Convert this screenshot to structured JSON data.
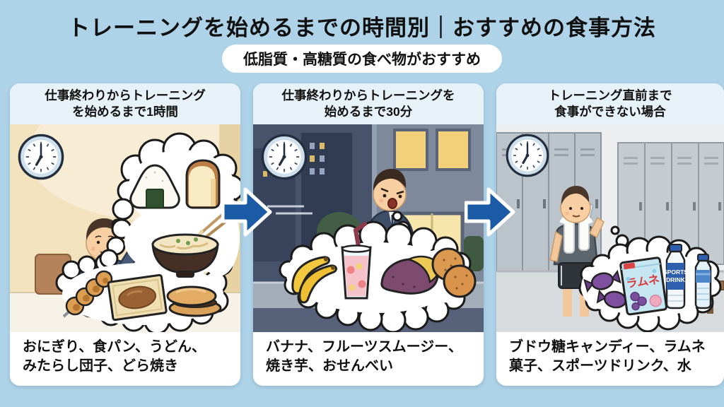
{
  "header": {
    "title": "トレーニングを始めるまでの時間別｜おすすめの食事方法",
    "subtitle": "低脂質・高糖質の食べ物がおすすめ"
  },
  "panels": [
    {
      "heading_lines": [
        "仕事終わりからトレーニング",
        "を始めるまで1時間"
      ],
      "foods_lines": [
        "おにぎり、食パン、うどん、",
        "みたらし団子、どら焼き"
      ],
      "scene": "office-eating",
      "clock_time": "7:00"
    },
    {
      "heading_lines": [
        "仕事終わりからトレーニングを",
        "始めるまで30分"
      ],
      "foods_lines": [
        "バナナ、フルーツスムージー、",
        "焼き芋、おせんべい"
      ],
      "scene": "running-at-night",
      "clock_time": "7:00"
    },
    {
      "heading_lines": [
        "トレーニング直前まで",
        "食事ができない場合"
      ],
      "foods_lines": [
        "ブドウ糖キャンディー、ラムネ",
        "菓子、スポーツドリンク、水"
      ],
      "scene": "locker-room",
      "clock_time": "7:00",
      "labels": {
        "ramune": "ラムネ",
        "sports_line1": "SPORTS",
        "sports_line2": "DRINK"
      }
    }
  ],
  "colors": {
    "background": "#aed3e8",
    "arrow": "#1b5aa5",
    "panel_header_bg": "#e7f2f8",
    "title_text": "#101010"
  }
}
